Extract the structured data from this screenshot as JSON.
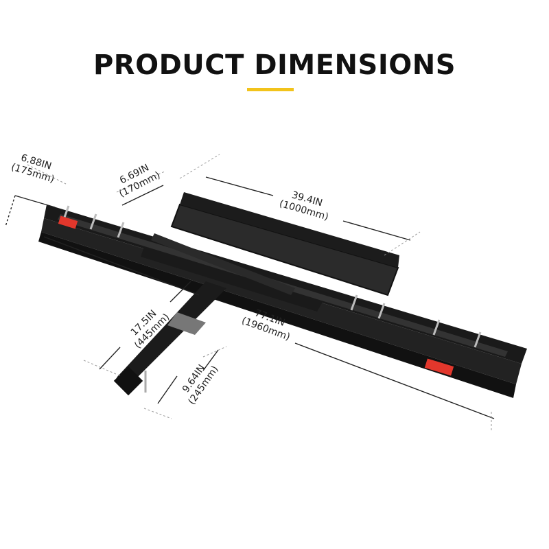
{
  "heading": {
    "title": "PRODUCT DIMENSIONS",
    "accent_color": "#f2c31b"
  },
  "dimensions": {
    "width_front": {
      "inches": "6.88IN",
      "mm": "(175mm)"
    },
    "width_rear": {
      "inches": "6.69IN",
      "mm": "(170mm)"
    },
    "tray_length": {
      "inches": "39.4IN",
      "mm": "(1000mm)"
    },
    "hitch_length": {
      "inches": "17.5IN",
      "mm": "(445mm)"
    },
    "total_length": {
      "inches": "77.1IN",
      "mm": "(1960mm)"
    },
    "hitch_height": {
      "inches": "9.64IN",
      "mm": "(245mm)"
    }
  },
  "colors": {
    "frame": "#1a1a1a",
    "reflector": "#e2372c",
    "dimension_line": "#222222"
  }
}
